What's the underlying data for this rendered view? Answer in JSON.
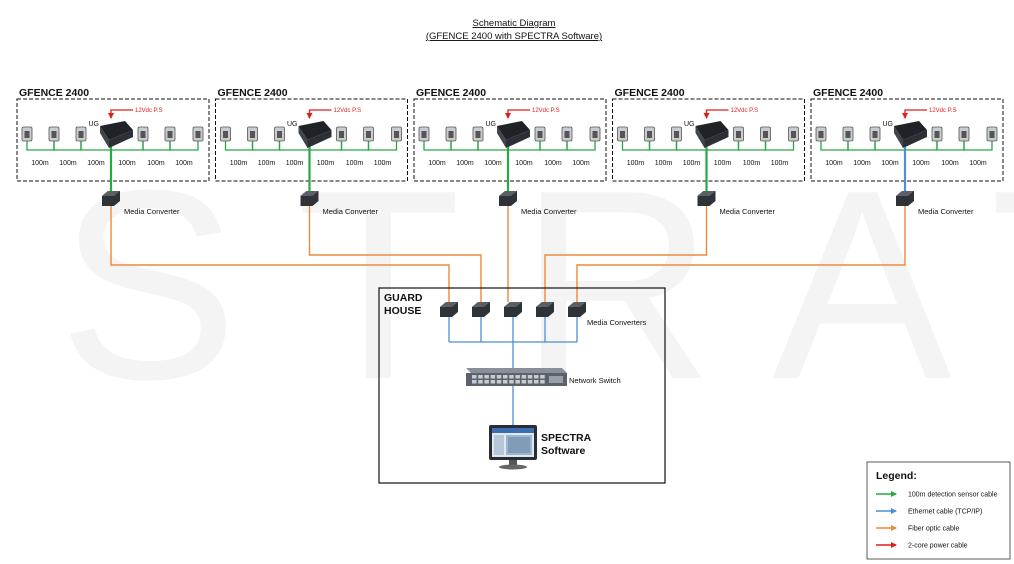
{
  "title": {
    "line1": "Schematic Diagram",
    "line2": "(GFENCE 2400 with SPECTRA Software)"
  },
  "watermark": "STRATEL",
  "colors": {
    "sensor_cable": "#27a844",
    "ethernet": "#4a8fd8",
    "fiber": "#ec8a3c",
    "power": "#e31c1c"
  },
  "zones": [
    {
      "title": "GFENCE 2400",
      "controller_label": "UG",
      "power_label": "12Vdc P.S",
      "segments": [
        "100m",
        "100m",
        "100m",
        "100m",
        "100m"
      ],
      "link_cable": "sensor"
    },
    {
      "title": "GFENCE 2400",
      "controller_label": "UG",
      "power_label": "12Vdc P.S",
      "segments": [
        "100m",
        "100m",
        "100m",
        "100m",
        "100m"
      ],
      "link_cable": "sensor"
    },
    {
      "title": "GFENCE 2400",
      "controller_label": "UG",
      "power_label": "12Vdc P.S",
      "segments": [
        "100m",
        "100m",
        "100m",
        "100m",
        "100m"
      ],
      "link_cable": "sensor"
    },
    {
      "title": "GFENCE 2400",
      "controller_label": "UG",
      "power_label": "12Vdc P.S",
      "segments": [
        "100m",
        "100m",
        "100m",
        "100m",
        "100m"
      ],
      "link_cable": "sensor"
    },
    {
      "title": "GFENCE 2400",
      "controller_label": "UG",
      "power_label": "12Vdc P.S",
      "segments": [
        "100m",
        "100m",
        "100m",
        "100m",
        "100m"
      ],
      "link_cable": "ethernet"
    }
  ],
  "media_converter_label": "Media Converter",
  "guard_house": {
    "title_line1": "GUARD",
    "title_line2": "HOUSE",
    "converters_label": "Media Converters",
    "switch_label": "Network Switch",
    "software_line1": "SPECTRA",
    "software_line2": "Software"
  },
  "legend": {
    "title": "Legend:",
    "items": [
      {
        "label": "100m detection sensor cable",
        "color": "#27a844"
      },
      {
        "label": "Ethernet cable (TCP/IP)",
        "color": "#4a8fd8"
      },
      {
        "label": "Fiber optic cable",
        "color": "#ec8a3c"
      },
      {
        "label": "2-core power cable",
        "color": "#e31c1c"
      }
    ]
  }
}
